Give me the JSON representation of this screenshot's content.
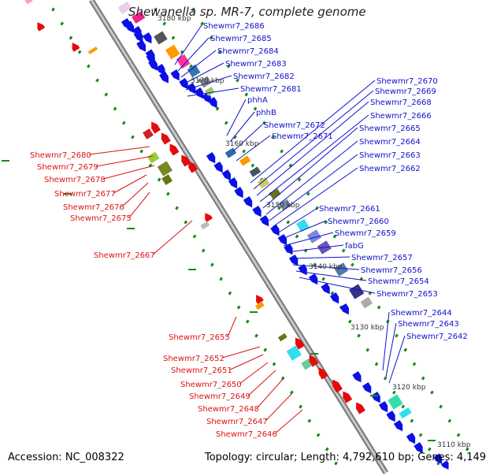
{
  "title": "Shewanella sp. MR-7, complete genome",
  "footer": {
    "accession": "Accession: NC_008322",
    "summary": "Topology: circular; Length: 4,792,610 bp; Genes: 4,149"
  },
  "scale_labels": [
    "3180 kbp",
    "3170 kbp",
    "3160 kbp",
    "3150 kbp",
    "3140 kbp",
    "3130 kbp",
    "3120 kbp",
    "3110 kbp"
  ],
  "forward_labels": [
    "Shewmr7_2686",
    "Shewmr7_2685",
    "Shewmr7_2684",
    "Shewmr7_2683",
    "Shewmr7_2682",
    "Shewmr7_2681",
    "phhA",
    "phhB",
    "Shewmr7_2672",
    "Shewmr7_2671",
    "Shewmr7_2670",
    "Shewmr7_2669",
    "Shewmr7_2668",
    "Shewmr7_2666",
    "Shewmr7_2665",
    "Shewmr7_2664",
    "Shewmr7_2663",
    "Shewmr7_2662",
    "Shewmr7_2661",
    "Shewmr7_2660",
    "Shewmr7_2659",
    "fabG",
    "Shewmr7_2657",
    "Shewmr7_2656",
    "Shewmr7_2654",
    "Shewmr7_2653",
    "Shewmr7_2644",
    "Shewmr7_2643",
    "Shewmr7_2642"
  ],
  "reverse_labels": [
    "Shewmr7_2680",
    "Shewmr7_2679",
    "Shewmr7_2678",
    "Shewmr7_2677",
    "Shewmr7_2676",
    "Shewmr7_2675",
    "Shewmr7_2667",
    "Shewmr7_2655",
    "Shewmr7_2652",
    "Shewmr7_2651",
    "Shewmr7_2650",
    "Shewmr7_2649",
    "Shewmr7_2648",
    "Shewmr7_2647",
    "Shewmr7_2646"
  ],
  "colors": {
    "forward": "#0a10e6",
    "reverse": "#e60a0a",
    "forward_line": "#1010cc",
    "reverse_line": "#dd1111",
    "backbone": "#888888",
    "dots": "#1a8a1a",
    "scale_tick": "#1a8a1a"
  }
}
